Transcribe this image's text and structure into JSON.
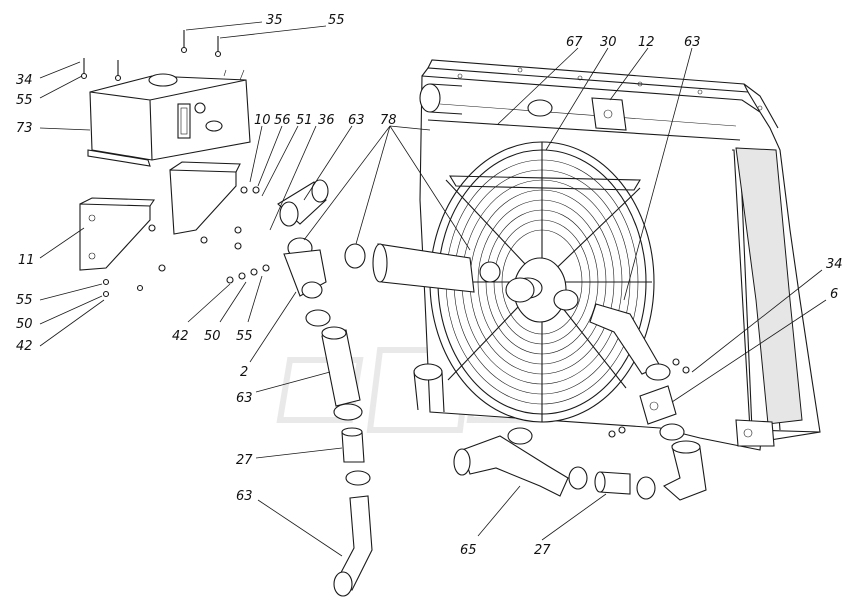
{
  "callouts": [
    {
      "id": "c35",
      "text": "35"
    },
    {
      "id": "c55a",
      "text": "55"
    },
    {
      "id": "c34a",
      "text": "34"
    },
    {
      "id": "c55b",
      "text": "55"
    },
    {
      "id": "c73",
      "text": "73"
    },
    {
      "id": "c10",
      "text": "10"
    },
    {
      "id": "c56",
      "text": "56"
    },
    {
      "id": "c51",
      "text": "51"
    },
    {
      "id": "c36",
      "text": "36"
    },
    {
      "id": "c63a",
      "text": "63"
    },
    {
      "id": "c78",
      "text": "78"
    },
    {
      "id": "c67",
      "text": "67"
    },
    {
      "id": "c30",
      "text": "30"
    },
    {
      "id": "c12",
      "text": "12"
    },
    {
      "id": "c63b",
      "text": "63"
    },
    {
      "id": "c11",
      "text": "11"
    },
    {
      "id": "c55c",
      "text": "55"
    },
    {
      "id": "c50a",
      "text": "50"
    },
    {
      "id": "c42a",
      "text": "42"
    },
    {
      "id": "c42b",
      "text": "42"
    },
    {
      "id": "c50b",
      "text": "50"
    },
    {
      "id": "c55d",
      "text": "55"
    },
    {
      "id": "c2",
      "text": "2"
    },
    {
      "id": "c63c",
      "text": "63"
    },
    {
      "id": "c27a",
      "text": "27"
    },
    {
      "id": "c63d",
      "text": "63"
    },
    {
      "id": "c65",
      "text": "65"
    },
    {
      "id": "c27b",
      "text": "27"
    },
    {
      "id": "c34b",
      "text": "34"
    },
    {
      "id": "c6",
      "text": "6"
    }
  ]
}
